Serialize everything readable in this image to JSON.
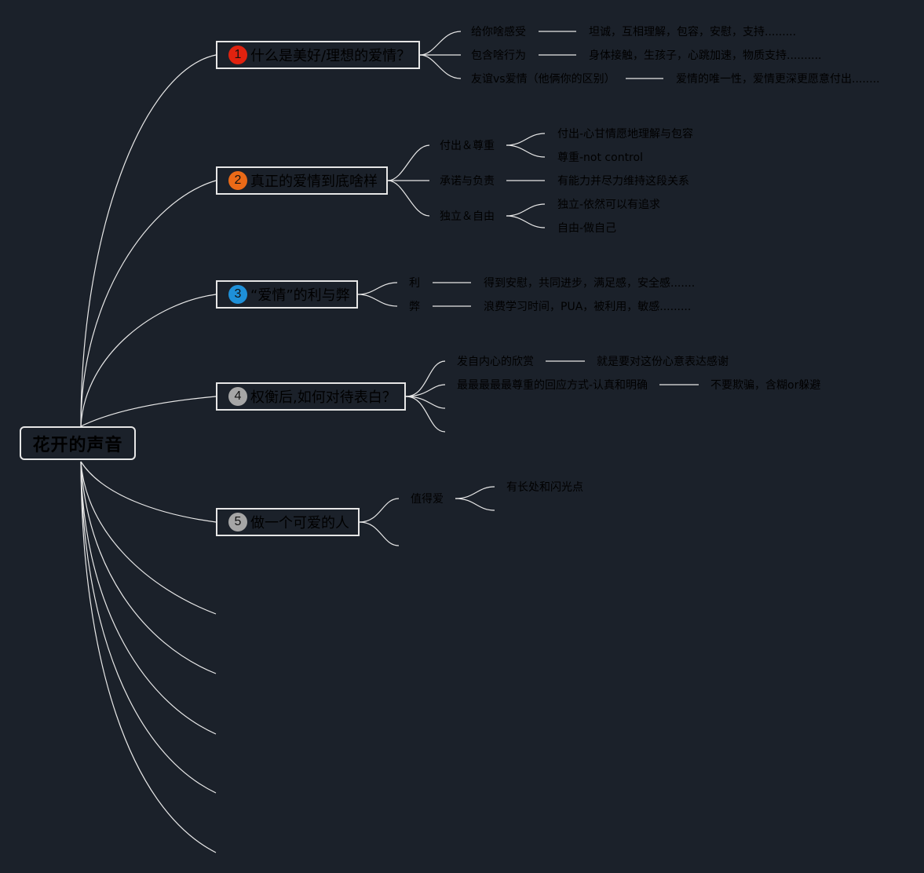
{
  "root": {
    "label": "花开的声音"
  },
  "topics": [
    {
      "num": "1",
      "label": "什么是美好/理想的爱情？",
      "badge_color": "#e0220f"
    },
    {
      "num": "2",
      "label": "真正的爱情到底啥样",
      "badge_color": "#ea6a17"
    },
    {
      "num": "3",
      "label": "“爱情”的利与弊",
      "badge_color": "#1e90d8"
    },
    {
      "num": "4",
      "label": "权衡后,如何对待表白？",
      "badge_color": "#a6a6a6"
    },
    {
      "num": "5",
      "label": "做一个可爱的人",
      "badge_color": "#a6a6a6"
    }
  ],
  "t1": {
    "a": "给你啥感受",
    "a_detail": "坦诚，互相理解，包容，安慰，支持.........",
    "b": "包含啥行为",
    "b_detail": "身体接触，生孩子，心跳加速，物质支持..........",
    "c": "友谊vs爱情（他俩你的区别）",
    "c_detail": "爱情的唯一性，爱情更深更愿意付出........"
  },
  "t2": {
    "a": "付出＆尊重",
    "a1": "付出-心甘情愿地理解与包容",
    "a2": "尊重-not control",
    "b": "承诺与负责",
    "b_detail": "有能力并尽力维持这段关系",
    "c": "独立＆自由",
    "c1": "独立-依然可以有追求",
    "c2": "自由-做自己"
  },
  "t3": {
    "a": "利",
    "a_detail": "得到安慰，共同进步，满足感，安全感.......",
    "b": "弊",
    "b_detail": "浪费学习时间，PUA，被利用，敏感........."
  },
  "t4": {
    "a": "发自内心的欣赏",
    "a_detail": "就是要对这份心意表达感谢",
    "b": "最最最最最尊重的回应方式-认真和明确",
    "b_detail": "不要欺骗，含糊or躲避"
  },
  "t5": {
    "a": "值得爱",
    "a_detail": "有长处和闪光点"
  }
}
